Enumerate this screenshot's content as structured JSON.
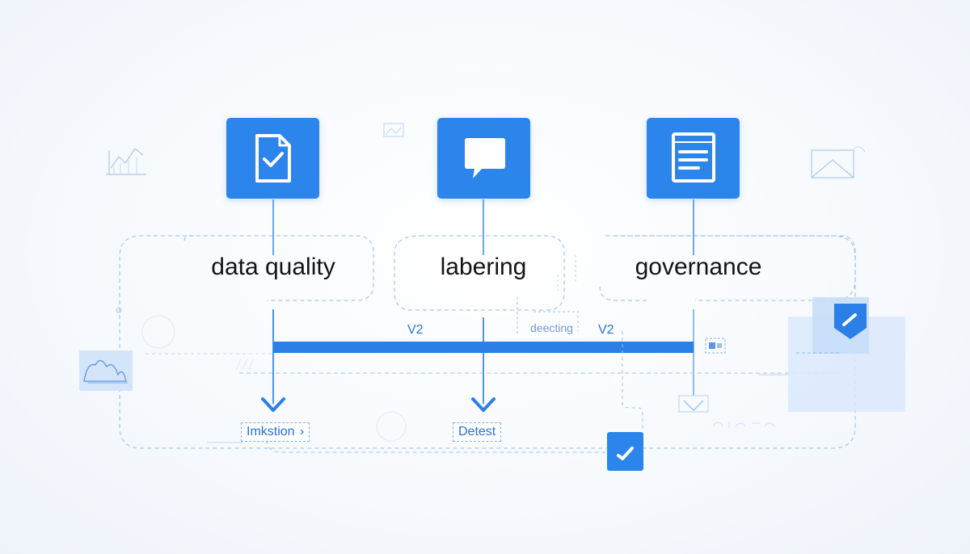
{
  "stages": [
    {
      "label": "data quality",
      "icon": "document-check-icon"
    },
    {
      "label": "labering",
      "icon": "speech-bubble-icon"
    },
    {
      "label": "governance",
      "icon": "document-lines-icon"
    }
  ],
  "version_labels": [
    "V2",
    "V2"
  ],
  "note_label": "deecting",
  "outputs": [
    {
      "label": "Imkstion",
      "suffix": "›"
    },
    {
      "label": "Detest"
    }
  ],
  "colors": {
    "accent": "#2b85ea",
    "bar": "#2b7fe6",
    "line": "#6aa8ec",
    "dashed": "#9cc3ef",
    "text": "#141414"
  }
}
